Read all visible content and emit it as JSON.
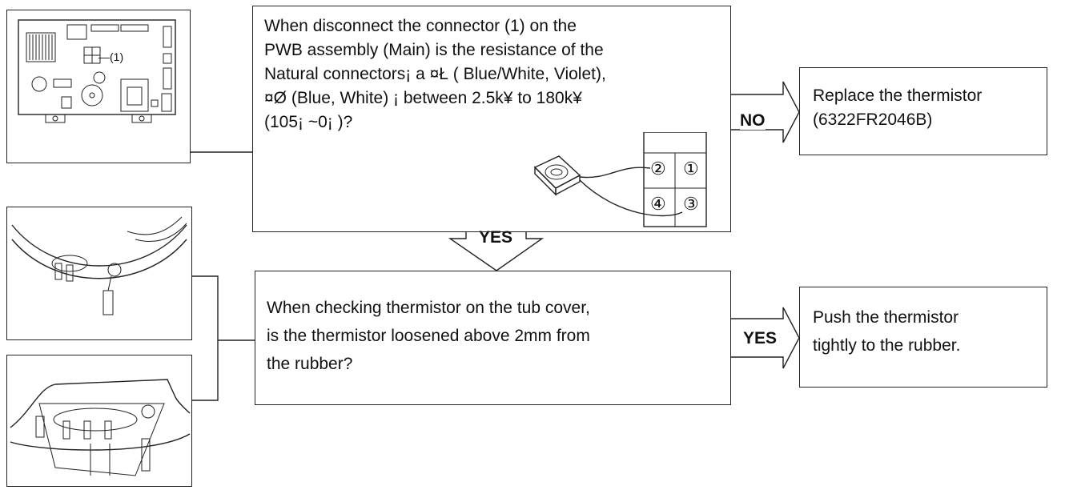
{
  "question1": {
    "lines": [
      "When disconnect the connector (1) on the",
      "PWB assembly (Main) is the resistance of the",
      "Natural connectors¡ a ¤Ł ( Blue/White, Violet),",
      "¤Ø (Blue, White) ¡ between  2.5k¥  to 180k¥",
      "(105¡ ~0¡ )?"
    ]
  },
  "result1": {
    "lines": [
      "Replace the thermistor",
      "(6322FR2046B)"
    ]
  },
  "arrow_no_label": "NO",
  "arrow_yes_down_label": "YES",
  "question2": {
    "lines": [
      "When checking thermistor on the tub cover,",
      "is the thermistor loosened above 2mm from",
      "the rubber?"
    ]
  },
  "arrow_yes_right_label": "YES",
  "result2": {
    "lines": [
      "Push the thermistor",
      "tightly to the rubber."
    ]
  },
  "pcb_callout": "—(1)",
  "connector_pins": [
    "②",
    "①",
    "④",
    "③"
  ]
}
